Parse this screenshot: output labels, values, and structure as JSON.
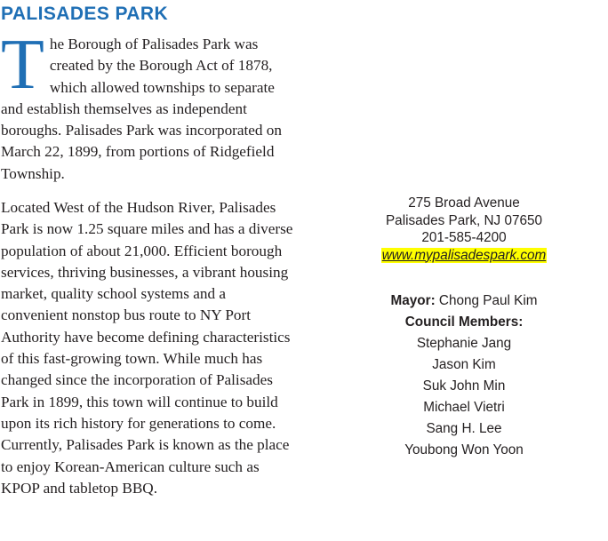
{
  "title": "PALISADES PARK",
  "article": {
    "dropcap": "T",
    "paragraph1_rest": "he Borough of Palisades Park was created by the Borough Act of 1878, which allowed townships to separate and establish themselves as independent boroughs. Palisades Park was incorporated on March 22, 1899, from portions of Ridgefield Township.",
    "paragraph2": "Located West of the Hudson River, Palisades Park is now 1.25 square miles and has a diverse population of about 21,000. Efficient borough services, thriving businesses, a vibrant housing market, quality school systems and a convenient nonstop bus route to NY Port Authority have become defining characteristics of this fast-growing town. While much has changed since the incorporation of Palisades Park in 1899, this town will continue to build upon its rich history for generations to come. Currently, Palisades Park is known as the place to enjoy Korean-American culture such as KPOP and tabletop BBQ."
  },
  "contact": {
    "address_line1": "275 Broad Avenue",
    "address_line2": "Palisades Park, NJ 07650",
    "phone": "201-585-4200",
    "website": "www.mypalisadespark.com",
    "highlight_color": "#ffff00"
  },
  "officials": {
    "mayor_label": "Mayor:",
    "mayor_name": "Chong Paul Kim",
    "council_label": "Council Members:",
    "council_members": [
      "Stephanie Jang",
      "Jason Kim",
      "Suk John Min",
      "Michael Vietri",
      "Sang H. Lee",
      "Youbong Won Yoon"
    ]
  },
  "colors": {
    "accent": "#1f6fb5",
    "text": "#231f20"
  }
}
